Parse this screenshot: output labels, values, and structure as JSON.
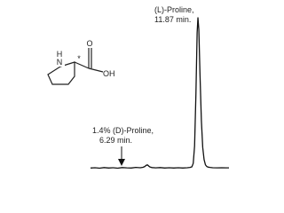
{
  "structure": {
    "labels": {
      "nh": "N",
      "h": "H",
      "stereo": "*",
      "o": "O",
      "oh": "OH"
    }
  },
  "chart_data": {
    "type": "line",
    "x": [
      0,
      0.5,
      1.0,
      1.5,
      2.0,
      2.5,
      3.0,
      3.5,
      4.0,
      4.5,
      5.0,
      5.5,
      5.8,
      6.0,
      6.15,
      6.29,
      6.45,
      6.6,
      6.8,
      7.2,
      7.7,
      8.2,
      8.7,
      9.2,
      9.7,
      10.2,
      10.7,
      11.0,
      11.2,
      11.35,
      11.5,
      11.65,
      11.78,
      11.87,
      11.97,
      12.1,
      12.25,
      12.4,
      12.55,
      12.7,
      12.85,
      13.0,
      13.2,
      13.5,
      14.0,
      14.5,
      15.0,
      15.3
    ],
    "y": [
      0.4,
      0.6,
      0.3,
      0.7,
      0.4,
      0.6,
      0.3,
      0.7,
      0.5,
      0.4,
      0.8,
      0.6,
      0.9,
      1.4,
      2.2,
      2.5,
      1.6,
      1.0,
      0.7,
      0.5,
      0.7,
      0.4,
      0.6,
      0.4,
      0.6,
      0.4,
      0.6,
      0.8,
      1.2,
      3.5,
      15,
      50,
      90,
      100,
      92,
      62,
      32,
      14,
      6,
      2.5,
      1.4,
      1.0,
      0.8,
      0.6,
      0.5,
      0.6,
      0.5,
      0.5
    ],
    "ylim": [
      0,
      100
    ],
    "xlim": [
      0,
      15.3
    ],
    "peaks": [
      {
        "label": "(L)-Proline,",
        "time": "11.87 min.",
        "x": 11.87,
        "y": 100
      },
      {
        "label": "1.4% (D)-Proline,",
        "time": "6.29 min.",
        "x": 6.29,
        "y": 2.5
      }
    ]
  }
}
